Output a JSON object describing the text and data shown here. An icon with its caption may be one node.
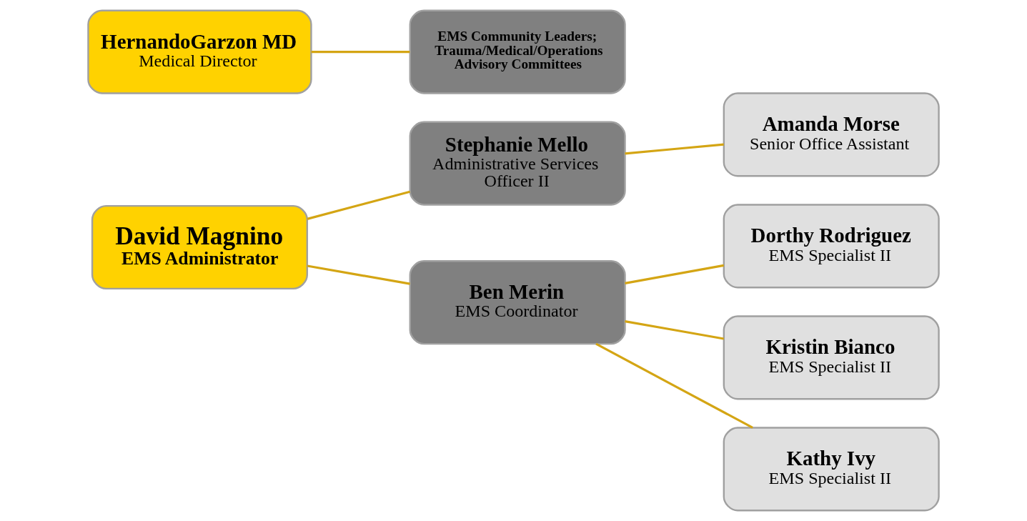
{
  "diagram": {
    "nodes": [
      {
        "text": [
          "David Magnino",
          "EMS Administrator"
        ]
      },
      {
        "text": [
          "Stephanie Mello",
          "Administrative Services Officer II"
        ]
      },
      {
        "text": [
          "Ben Merin",
          "EMS Coordinator"
        ]
      },
      {
        "text": [
          "Amanda Morse",
          "Senior Office Assistant"
        ]
      },
      {
        "text": [
          "Dorthy Rodriguez",
          "EMS Specialist II"
        ]
      },
      {
        "text": [
          "Kristin Bianco",
          "EMS Specialist II"
        ]
      },
      {
        "text": [
          "Kathy Ivy",
          "EMS Specialist II"
        ]
      },
      {
        "text": [
          "HernandoGarzon MD",
          "Medical Director"
        ]
      },
      {
        "text": [
          "EMS Community Leaders; Trauma/Medical/Operations Advisory Committees"
        ]
      }
    ],
    "edges": [
      {
        "from": 0,
        "to": 1,
        "arrow": "none"
      },
      {
        "from": 0,
        "to": 2,
        "arrow": "none"
      },
      {
        "from": 1,
        "to": 3,
        "arrow": "none"
      },
      {
        "from": 2,
        "to": 4,
        "arrow": "none"
      },
      {
        "from": 2,
        "to": 5,
        "arrow": "none"
      },
      {
        "from": 2,
        "to": 6,
        "arrow": "none"
      },
      {
        "from": 7,
        "to": 8,
        "arrow": "none"
      }
    ]
  }
}
